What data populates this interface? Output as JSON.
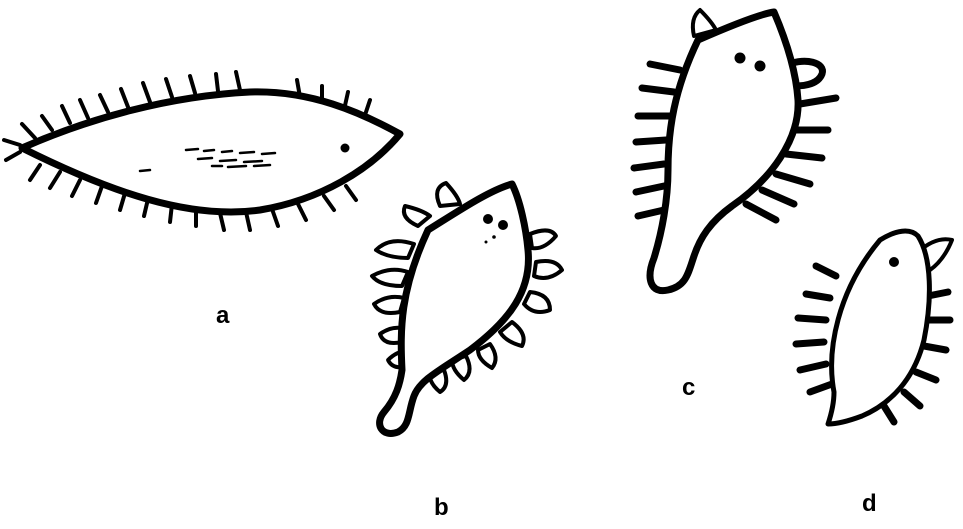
{
  "labels": {
    "a": "a",
    "b": "b",
    "c": "c",
    "d": "d"
  },
  "colors": {
    "ink": "#000000",
    "background": "#ffffff"
  }
}
